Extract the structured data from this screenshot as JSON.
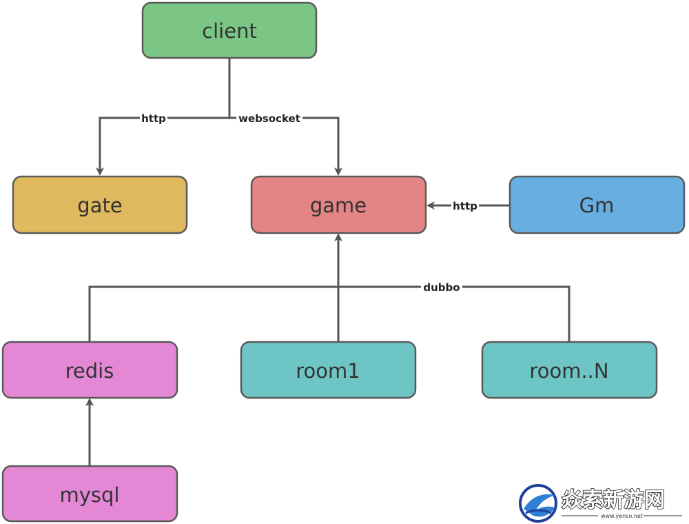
{
  "nodes": {
    "client": {
      "label": "client",
      "color": "#7bc685"
    },
    "gate": {
      "label": "gate",
      "color": "#e1b95f"
    },
    "game": {
      "label": "game",
      "color": "#e48484"
    },
    "gm": {
      "label": "Gm",
      "color": "#67aee1"
    },
    "redis": {
      "label": "redis",
      "color": "#e488d6"
    },
    "room1": {
      "label": "room1",
      "color": "#6ec5c5"
    },
    "roomN": {
      "label": "room..N",
      "color": "#6ec5c5"
    },
    "mysql": {
      "label": "mysql",
      "color": "#e488d6"
    }
  },
  "edges": {
    "client_gate": "http",
    "client_game": "websocket",
    "gm_game": "http",
    "dubbo": "dubbo"
  },
  "watermark": {
    "text": "焱索新游网",
    "url": "www.yenso.net"
  }
}
